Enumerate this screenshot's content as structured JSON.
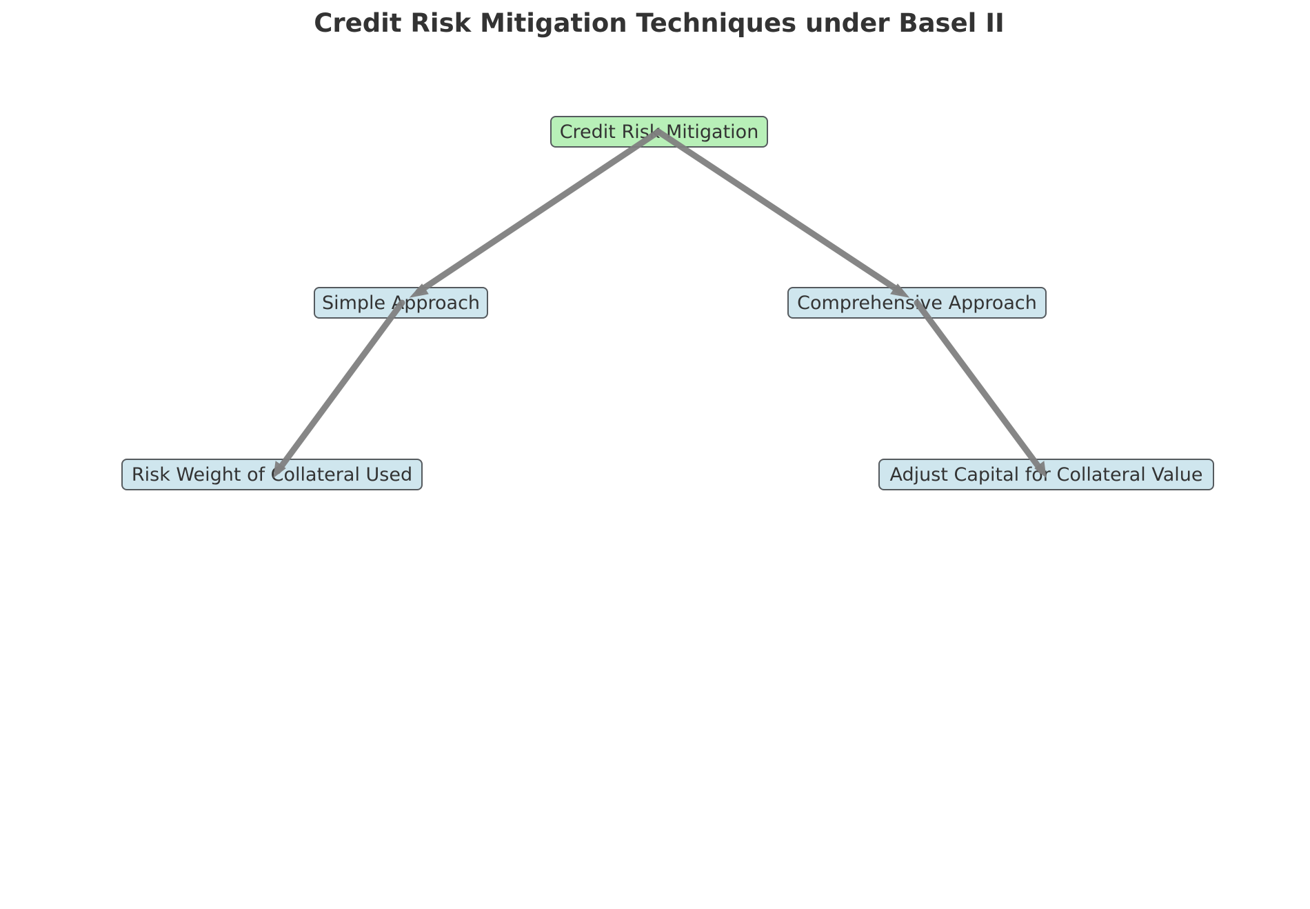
{
  "diagram": {
    "title": "Credit Risk Mitigation Techniques under Basel II",
    "nodes": {
      "root": {
        "label": "Credit Risk Mitigation",
        "color": "#b8f0b8"
      },
      "simple": {
        "label": "Simple Approach",
        "color": "#cfe6ee"
      },
      "comprehensive": {
        "label": "Comprehensive Approach",
        "color": "#cfe6ee"
      },
      "risk_weight": {
        "label": "Risk Weight of Collateral Used",
        "color": "#cfe6ee"
      },
      "adjust_capital": {
        "label": "Adjust Capital for Collateral Value",
        "color": "#cfe6ee"
      }
    },
    "edges": [
      {
        "from": "root",
        "to": "simple"
      },
      {
        "from": "root",
        "to": "comprehensive"
      },
      {
        "from": "simple",
        "to": "risk_weight"
      },
      {
        "from": "comprehensive",
        "to": "adjust_capital"
      }
    ],
    "edge_color": "#808080"
  }
}
